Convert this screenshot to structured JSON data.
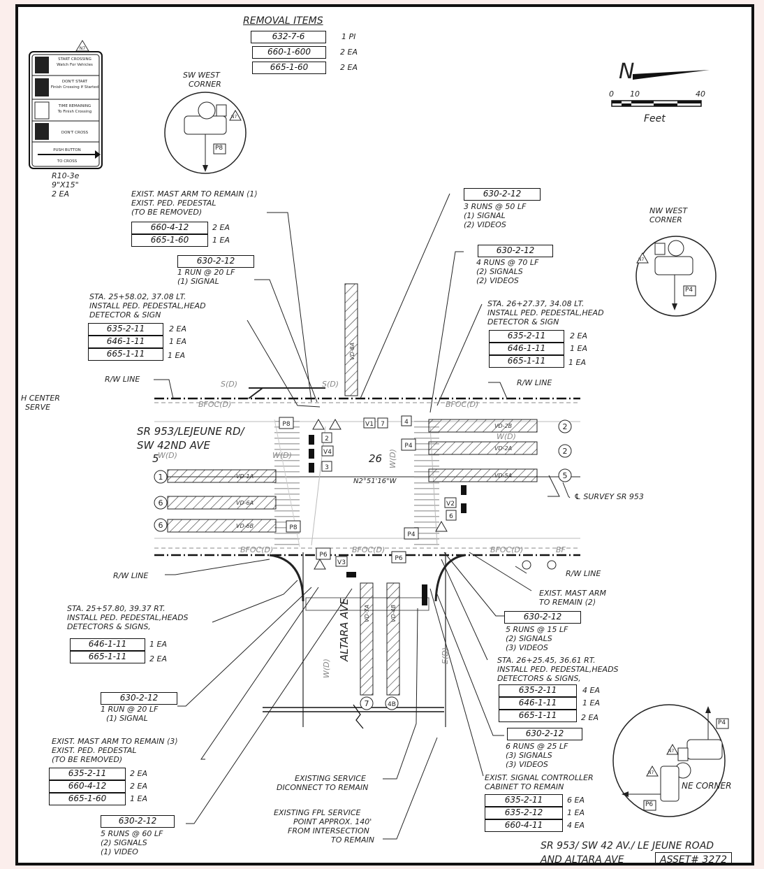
{
  "removal": {
    "title": "REMOVAL ITEMS",
    "items": [
      {
        "code": "632-7-6",
        "qty": "1 PI"
      },
      {
        "code": "660-1-600",
        "qty": "2 EA"
      },
      {
        "code": "665-1-60",
        "qty": "2 EA"
      }
    ]
  },
  "sign": {
    "tag": "N7",
    "rows": [
      "START CROSSING",
      "Watch For Vehicles",
      "DON'T START",
      "Finish Crossing If Started",
      "TIME REMAINING",
      "To Finish Crossing",
      "DON'T CROSS",
      "PUSH BUTTON",
      "TO CROSS"
    ],
    "code": "R10-3e",
    "size": "9\"X15\"",
    "qty": "2 EA"
  },
  "north": {
    "symbol": "N"
  },
  "scale": {
    "ticks": [
      "0",
      "10",
      "40"
    ],
    "unit": "Feet"
  },
  "corners": {
    "sw": {
      "title1": "SW WEST",
      "title2": "CORNER",
      "ptag": "P8",
      "tag": "N7"
    },
    "nw": {
      "title1": "NW WEST",
      "title2": "CORNER",
      "ptag": "P4",
      "tag": "N7"
    },
    "ne": {
      "title": "NE CORNER",
      "ptag1": "P4",
      "ptag2": "P6",
      "tag1": "N7",
      "tag2": "N7"
    }
  },
  "notes": {
    "mast1": {
      "line1": "EXIST. MAST ARM TO REMAIN",
      "hex": "1",
      "line2": "EXIST. PED. PEDESTAL",
      "line3": "(TO BE REMOVED)",
      "items": [
        {
          "code": "660-4-12",
          "qty": "2 EA"
        },
        {
          "code": "665-1-60",
          "qty": "1 EA"
        }
      ]
    },
    "c1": {
      "code": "630-2-12",
      "line1": "1 RUN @ 20 LF",
      "line2": "(1) SIGNAL"
    },
    "sta1": {
      "line1": "STA. 25+58.02, 37.08 LT.",
      "line2": "INSTALL PED. PEDESTAL,HEAD",
      "line3": "DETECTOR & SIGN",
      "items": [
        {
          "code": "635-2-11",
          "qty": "2 EA"
        },
        {
          "code": "646-1-11",
          "qty": "1 EA"
        },
        {
          "code": "665-1-11",
          "qty": "1 EA"
        }
      ]
    },
    "c2": {
      "code": "630-2-12",
      "line1": "3 RUNS @ 50 LF",
      "line2": "(1) SIGNAL",
      "line3": "(2) VIDEOS"
    },
    "c3": {
      "code": "630-2-12",
      "line1": "4 RUNS @ 70 LF",
      "line2": "(2) SIGNALS",
      "line3": "(2) VIDEOS"
    },
    "sta2": {
      "line1": "STA. 26+27.37, 34.08 LT.",
      "line2": "INSTALL PED. PEDESTAL,HEAD",
      "line3": "DETECTOR & SIGN",
      "items": [
        {
          "code": "635-2-11",
          "qty": "2 EA"
        },
        {
          "code": "646-1-11",
          "qty": "1 EA"
        },
        {
          "code": "665-1-11",
          "qty": "1 EA"
        }
      ]
    },
    "sta3": {
      "line1": "STA. 25+57.80, 39.37 RT.",
      "line2": "INSTALL PED. PEDESTAL,HEADS",
      "line3": "DETECTORS & SIGNS,",
      "items": [
        {
          "code": "646-1-11",
          "qty": "1 EA"
        },
        {
          "code": "665-1-11",
          "qty": "2 EA"
        }
      ]
    },
    "c4": {
      "code": "630-2-12",
      "line1": "1 RUN @ 20 LF",
      "line2": "(1) SIGNAL"
    },
    "mast3": {
      "line1": "EXIST. MAST ARM TO REMAIN",
      "hex": "3",
      "line2": "EXIST. PED. PEDESTAL",
      "line3": "(TO BE REMOVED)",
      "items": [
        {
          "code": "635-2-11",
          "qty": "2 EA"
        },
        {
          "code": "660-4-12",
          "qty": "2 EA"
        },
        {
          "code": "665-1-60",
          "qty": "1 EA"
        }
      ]
    },
    "c5": {
      "code": "630-2-12",
      "line1": "5 RUNS @ 60 LF",
      "line2": "(2) SIGNALS",
      "line3": "(1) VIDEO"
    },
    "disc": {
      "line1": "EXISTING SERVICE",
      "line2": "DICONNECT TO REMAIN"
    },
    "fpl": {
      "line1": "EXISTING FPL SERVICE",
      "line2": "POINT APPROX. 140'",
      "line3": "FROM INTERSECTION",
      "line4": "TO REMAIN"
    },
    "mast2": {
      "line1": "EXIST. MAST ARM",
      "line2": "TO REMAIN",
      "hex": "2"
    },
    "c6": {
      "code": "630-2-12",
      "line1": "5 RUNS @ 15 LF",
      "line2": "(2) SIGNALS",
      "line3": "(3) VIDEOS"
    },
    "sta4": {
      "line1": "STA. 26+25.45, 36.61 RT.",
      "line2": "INSTALL PED. PEDESTAL,HEADS",
      "line3": "DETECTORS & SIGNS,",
      "items": [
        {
          "code": "635-2-11",
          "qty": "4 EA"
        },
        {
          "code": "646-1-11",
          "qty": "1 EA"
        },
        {
          "code": "665-1-11",
          "qty": "2 EA"
        }
      ]
    },
    "c7": {
      "code": "630-2-12",
      "line1": "6 RUNS @ 25 LF",
      "line2": "(3) SIGNALS",
      "line3": "(3) VIDEOS"
    },
    "cab": {
      "line1": "EXIST. SIGNAL CONTROLLER",
      "line2": "CABINET TO REMAIN",
      "items": [
        {
          "code": "635-2-11",
          "qty": "6 EA"
        },
        {
          "code": "635-2-12",
          "qty": "1 EA"
        },
        {
          "code": "660-4-11",
          "qty": "4 EA"
        }
      ]
    }
  },
  "plan": {
    "street1": "SR 953/LEJEUNE RD/",
    "street2": "SW 42ND AVE",
    "cross": "ALTARA AVE",
    "survey": "℄ SURVEY SR 953",
    "rw1": "R/W LINE",
    "rw2": "R/W LINE",
    "rw3": "R/W LINE",
    "rw4": "R/W LINE",
    "center1": "H CENTER",
    "center2": "SERVE",
    "sheetno": "5",
    "station": "26",
    "bearing": "N2°51'16\"W",
    "zones": [
      "VD-8A",
      "VD-2B",
      "VD-2A",
      "VD-5A",
      "VD-1A",
      "VD-6A",
      "VD-6B",
      "VD-7A",
      "VD-4B"
    ],
    "circles": [
      "2",
      "2",
      "5",
      "1",
      "6",
      "6",
      "7",
      "4B"
    ],
    "ptags": [
      "P8",
      "P4",
      "P8",
      "P6",
      "P4",
      "P6"
    ],
    "vtags": [
      "V1",
      "V4",
      "V3",
      "V2"
    ],
    "nums": [
      "7",
      "4",
      "2",
      "3",
      "6"
    ],
    "utils": [
      "S(D)",
      "S(D)",
      "BFOC(D)",
      "BFOC(D)",
      "W(D)",
      "W(D)",
      "W(D)",
      "BFOC(D)",
      "BFOC(D)",
      "BFOC(D)",
      "W(D)",
      "W(D)",
      "E(D)",
      "BF"
    ]
  },
  "title": {
    "line1": "SR 953/ SW 42 AV./ LE JEUNE ROAD",
    "line2": "AND ALTARA AVE",
    "asset": "ASSET# 3272"
  }
}
